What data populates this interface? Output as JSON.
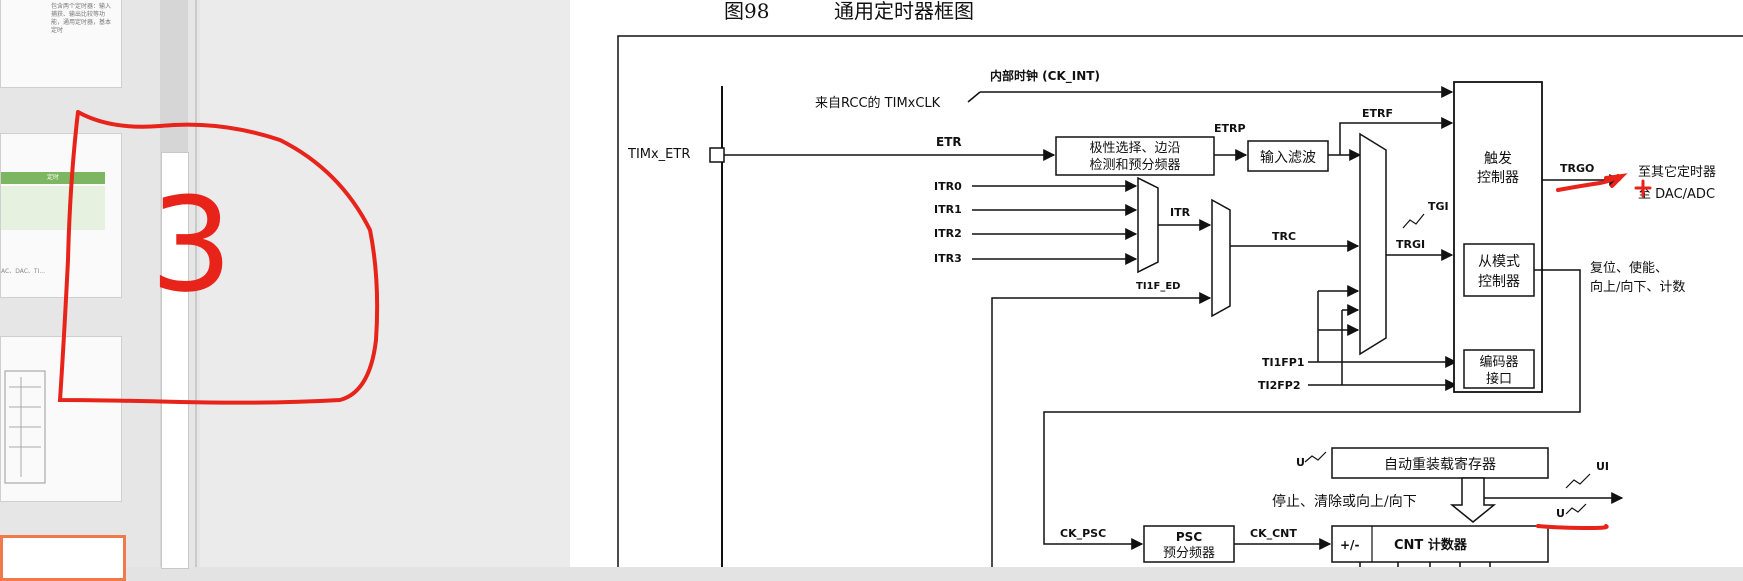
{
  "page": {
    "figure_number": "图98",
    "figure_title": "通用定时器框图"
  },
  "thumbnails": {
    "slide1_lines": [
      "包含两个定时器：输入",
      "捕获、输出比较等功",
      "能，通用定时器，基本定时"
    ],
    "slide2_header": "定时",
    "slide2_bottom": "AC、DAC、TI..."
  },
  "annotation": {
    "handwritten_number": "3"
  },
  "diagram": {
    "labels": {
      "ck_int": "内部时钟 (CK_INT)",
      "timxclk": "来自RCC的 TIMxCLK",
      "timx_etr": "TIMx_ETR",
      "etr": "ETR",
      "etrp": "ETRP",
      "etrf": "ETRF",
      "polarity_line1": "极性选择、边沿",
      "polarity_line2": "检测和预分频器",
      "input_filter": "输入滤波",
      "itr0": "ITR0",
      "itr1": "ITR1",
      "itr2": "ITR2",
      "itr3": "ITR3",
      "itr": "ITR",
      "trc": "TRC",
      "tgi": "TGI",
      "trgi": "TRGI",
      "ti1f_ed": "TI1F_ED",
      "ti1fp1": "TI1FP1",
      "ti2fp2": "TI2FP2",
      "trigger_line1": "触发",
      "trigger_line2": "控制器",
      "slave_line1": "从模式",
      "slave_line2": "控制器",
      "encoder_line1": "编码器",
      "encoder_line2": "接口",
      "trgo": "TRGO",
      "to_other_line1": "至其它定时器",
      "to_other_line2": "至 DAC/ADC",
      "reset_line1": "复位、使能、",
      "reset_line2": "向上/向下、计数",
      "u_arr": "U",
      "auto_reload": "自动重装载寄存器",
      "ui": "UI",
      "stop_clear": "停止、清除或向上/向下",
      "u_cnt": "U",
      "ck_psc": "CK_PSC",
      "psc_line1": "PSC",
      "psc_line2": "预分频器",
      "ck_cnt": "CK_CNT",
      "cnt_sign": "+/-",
      "cnt_label": "CNT 计数器"
    }
  },
  "colors": {
    "annotation_red": "#e8231a",
    "active_thumb_border": "#f07a4a",
    "thumb_green": "#7cb660"
  }
}
